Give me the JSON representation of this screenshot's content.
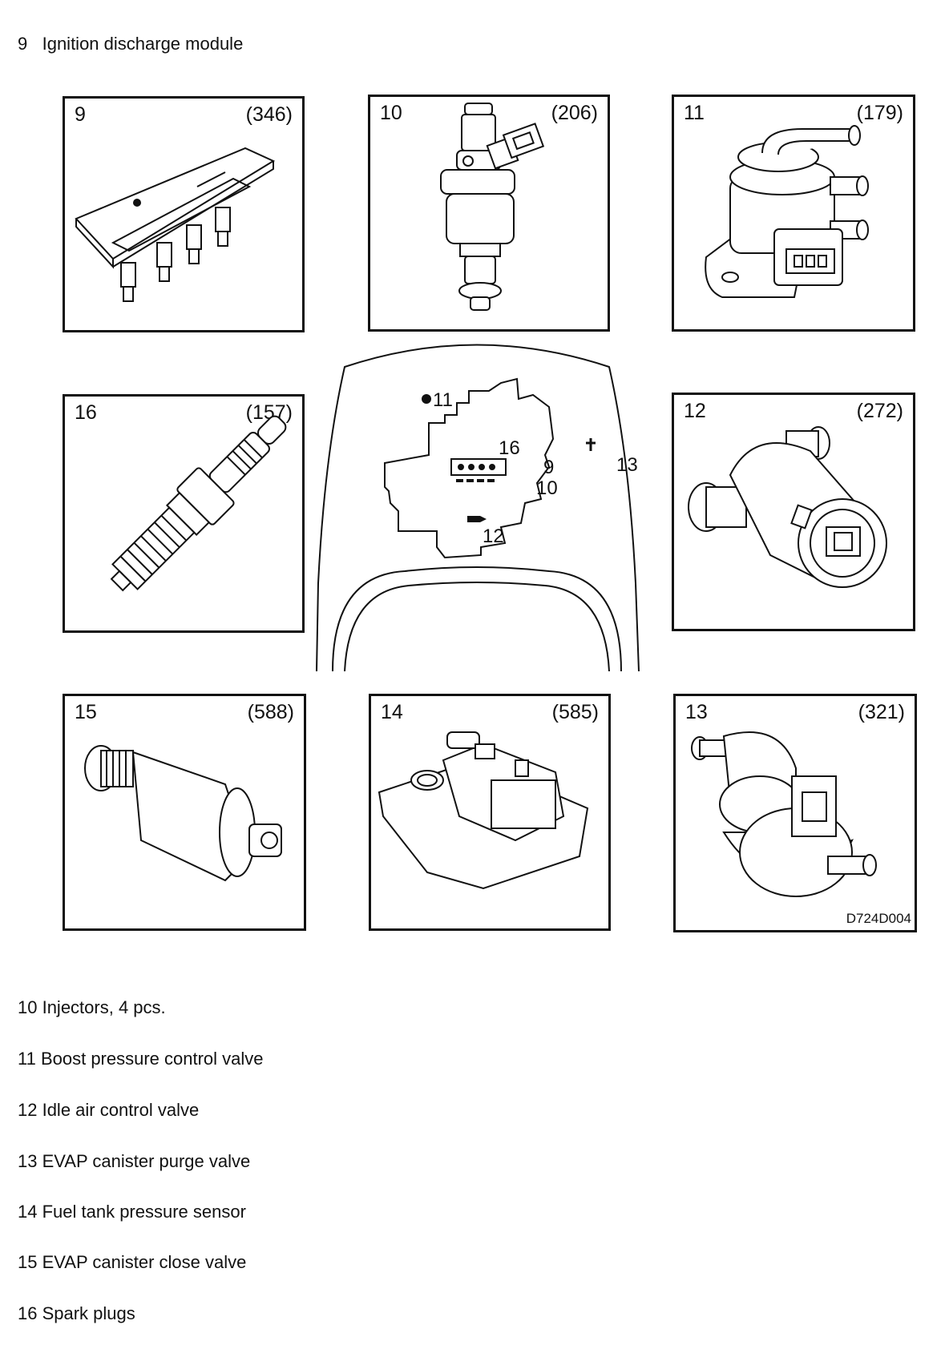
{
  "heading": {
    "num": "9",
    "text": "Ignition discharge module"
  },
  "panels": [
    {
      "num": "9",
      "code": "(346)"
    },
    {
      "num": "10",
      "code": "(206)"
    },
    {
      "num": "11",
      "code": "(179)"
    },
    {
      "num": "16",
      "code": "(157)"
    },
    {
      "num": "12",
      "code": "(272)"
    },
    {
      "num": "15",
      "code": "(588)"
    },
    {
      "num": "14",
      "code": "(585)"
    },
    {
      "num": "13",
      "code": "(321)"
    }
  ],
  "car_labels": {
    "l11": "11",
    "l16": "16",
    "l9": "9",
    "l10": "10",
    "l13": "13",
    "l12": "12"
  },
  "figure_code": "D724D004",
  "legend": [
    "10 Injectors, 4 pcs.",
    "11 Boost pressure control valve",
    "12 Idle air control valve",
    "13 EVAP canister purge valve",
    "14 Fuel tank pressure sensor",
    "15 EVAP canister close valve",
    "16 Spark plugs"
  ]
}
